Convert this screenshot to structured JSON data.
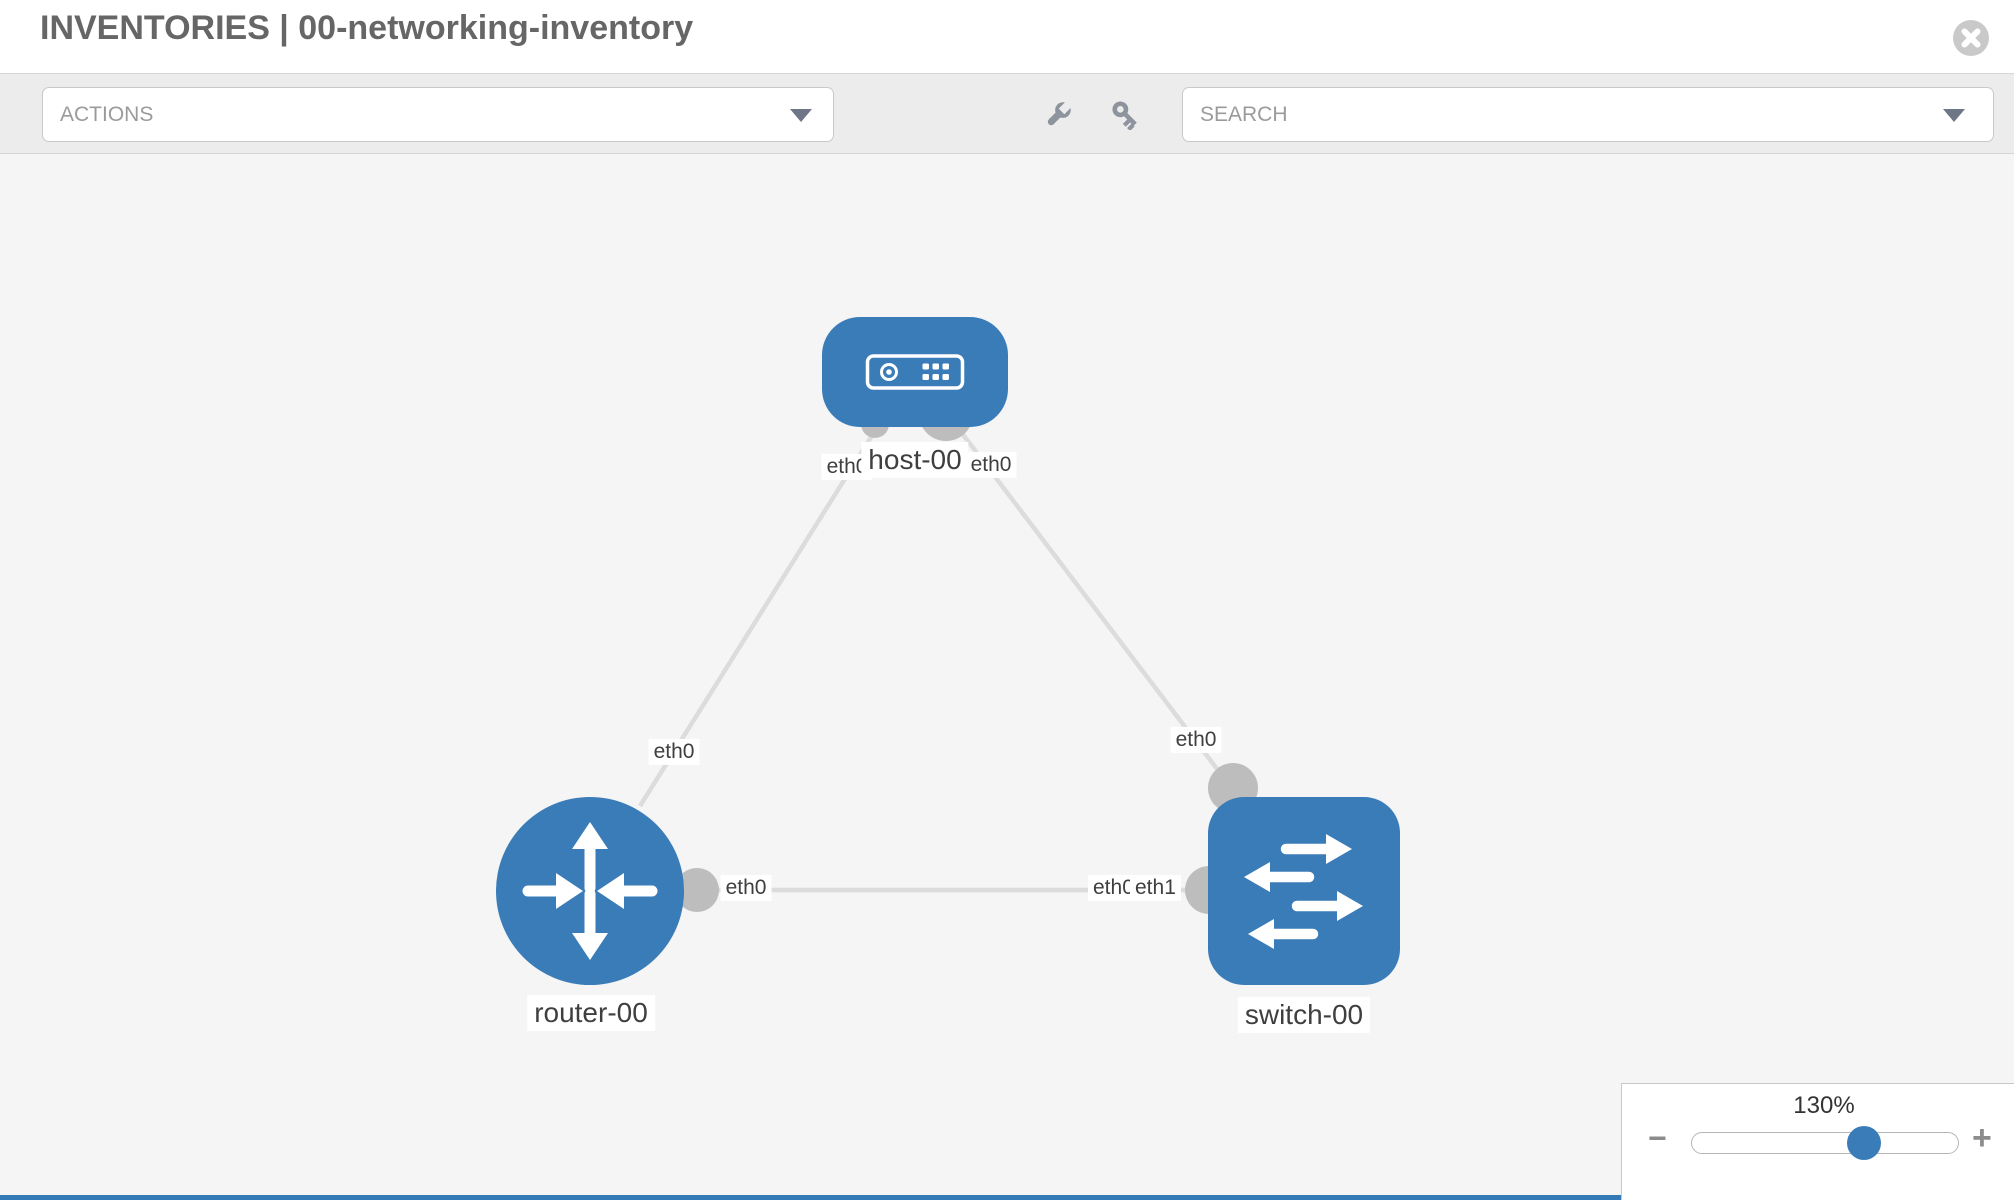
{
  "header": {
    "title": "INVENTORIES | 00-networking-inventory",
    "close_icon": "circle-x"
  },
  "toolbar": {
    "actions_placeholder": "ACTIONS",
    "search_placeholder": "SEARCH",
    "icons": [
      {
        "name": "wrench"
      },
      {
        "name": "key"
      }
    ]
  },
  "topology": {
    "nodes": [
      {
        "id": "host-00",
        "type": "host",
        "label": "host-00"
      },
      {
        "id": "router-00",
        "type": "router",
        "label": "router-00"
      },
      {
        "id": "switch-00",
        "type": "switch",
        "label": "switch-00"
      }
    ],
    "links": [
      {
        "from": "host-00",
        "from_interface": "eth0",
        "to": "router-00",
        "to_interface": "eth0"
      },
      {
        "from": "host-00",
        "from_interface": "eth0",
        "to": "switch-00",
        "to_interface": "eth0"
      },
      {
        "from": "router-00",
        "from_interface": "eth0",
        "to": "switch-00",
        "to_interface": "eth1"
      }
    ],
    "edge_labels": [
      {
        "text": "eth0",
        "edge": "host-00 - router-00",
        "end": "host-00"
      },
      {
        "text": "eth0",
        "edge": "host-00 - router-00",
        "end": "router-00"
      },
      {
        "text": "eth0",
        "edge": "host-00 - switch-00",
        "end": "host-00"
      },
      {
        "text": "eth0",
        "edge": "host-00 - switch-00",
        "end": "switch-00"
      },
      {
        "text": "eth0",
        "edge": "router-00 - switch-00",
        "end": "router-00"
      },
      {
        "text": "eth0",
        "edge": "router-00 - switch-00",
        "end": "switch-00 (overlapped)"
      },
      {
        "text": "eth1",
        "edge": "router-00 - switch-00",
        "end": "switch-00"
      }
    ]
  },
  "zoom_control": {
    "value": "130%",
    "minus": "−",
    "plus": "+"
  },
  "colors": {
    "node_blue": "#3a7cb8",
    "edge_gray": "#dcdcdc",
    "connector_gray": "#bdbdbd",
    "toolbar_gray": "#ececec",
    "canvas_gray": "#f5f5f6",
    "bottom_strip_blue": "#337ab7"
  }
}
